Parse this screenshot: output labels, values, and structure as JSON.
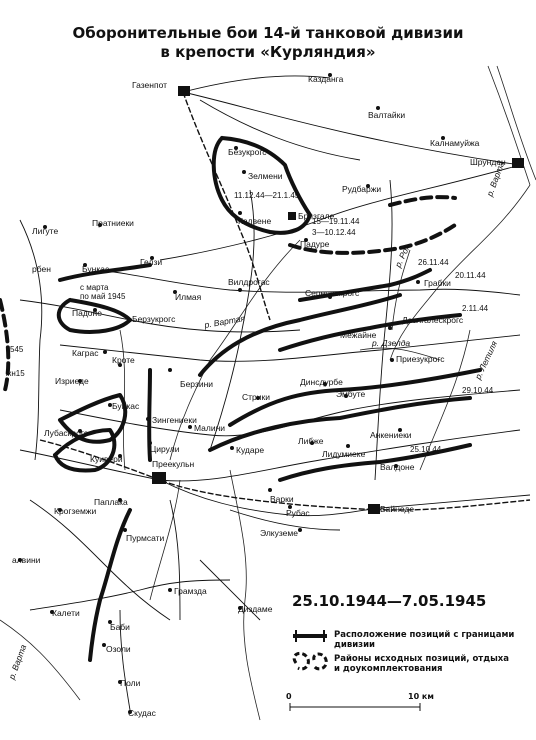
{
  "title": {
    "line1": "Оборонительные бои 14-й танковой дивизии",
    "line2": "в крепости «Курляндия»"
  },
  "period": "25.10.1944—7.05.1945",
  "legend": {
    "positions": "Расположение позиций с границами дивизии",
    "areas_line1": "Районы исходных позиций, отдыха",
    "areas_line2": "и доукомплектования"
  },
  "scale": {
    "zero": "0",
    "ten": "10 км"
  },
  "places": {
    "gazenpot": "Газенпот",
    "kazdanga": "Казданга",
    "valtaiki": "Валтайки",
    "kalnamuizha": "Калнамуйжа",
    "shrunden": "Шрунден",
    "bezukrogs_n": "Безукрогс",
    "zelmeni": "Зелмени",
    "rudbarzhi": "Рудбаржи",
    "kalvene": "Калвене",
    "brizgale": "Бризгале",
    "padure": "Падуре",
    "ligute": "Лигуте",
    "pratnieki": "Пратниеки",
    "bunkas_n": "Бункас",
    "gelzi": "Гелзи",
    "preben": "рбен",
    "s_marta1": "с марта",
    "s_marta2": "по май 1945",
    "ilmaya": "Илмая",
    "vildrogas": "Вилдрогас",
    "padone": "Падоне",
    "berzukrogs": "Берзукрогс",
    "kagras": "Каграс",
    "krote": "Кроте",
    "berzini": "Берзини",
    "seneskrogs": "Сепенескрогс",
    "grabki": "Грабки",
    "delgalesk": "Дзелгалескрогс",
    "mezhaine": "Межайне",
    "priezukrogs": "Приезукрогс",
    "izriede": "Изриеде",
    "bunkas_s": "Бункас",
    "lubaskrogs": "Лубаскрогс",
    "zingenieki": "Зингениеки",
    "malini": "Малини",
    "striki": "Стрики",
    "dinsdurbe": "Динсдурбе",
    "embute": "Эмбуте",
    "ankenieki": "Анкениеки",
    "cirului": "Цирули",
    "kuiveri": "Куивери",
    "preekuln": "Преекульн",
    "kudare": "Кударе",
    "libzhe": "Либже",
    "lidumieke": "Лидумиеке",
    "valdone": "Валдоне",
    "varki": "Варки",
    "paplaka": "Паплака",
    "krogzemzhi": "Крогземжи",
    "purmsati": "Пурмсати",
    "rubas": "Рубас",
    "vainede": "Вайнеде",
    "elkuzeme": "Элкуземе",
    "alvini": "алвини",
    "gramzda": "Грамзда",
    "dizdame": "Диздаме",
    "kaleti": "Калети",
    "babi": "Баби",
    "ozoli": "Озоли",
    "poli": "Поли",
    "skudas": "Скудас",
    "r_varta_ne": "р. Варта",
    "r_roya": "р. Роя",
    "r_vartaya": "р. Вартая",
    "r_dzelda": "р. Дзелда",
    "r_letiya": "р. Летиля",
    "r_varta_sw": "р. Варта",
    "d_1112": "11.12.44—21.1.45",
    "d_1519": "15—19.11.44",
    "d_0310": "3—10.12.44",
    "d_2611": "26.11.44",
    "d_2011": "20.11.44",
    "d_0211": "2.11.44",
    "d_2910": "29.10.44",
    "d_2510": "25.10.44",
    "d_545": "545",
    "d_e85": "жн15"
  }
}
